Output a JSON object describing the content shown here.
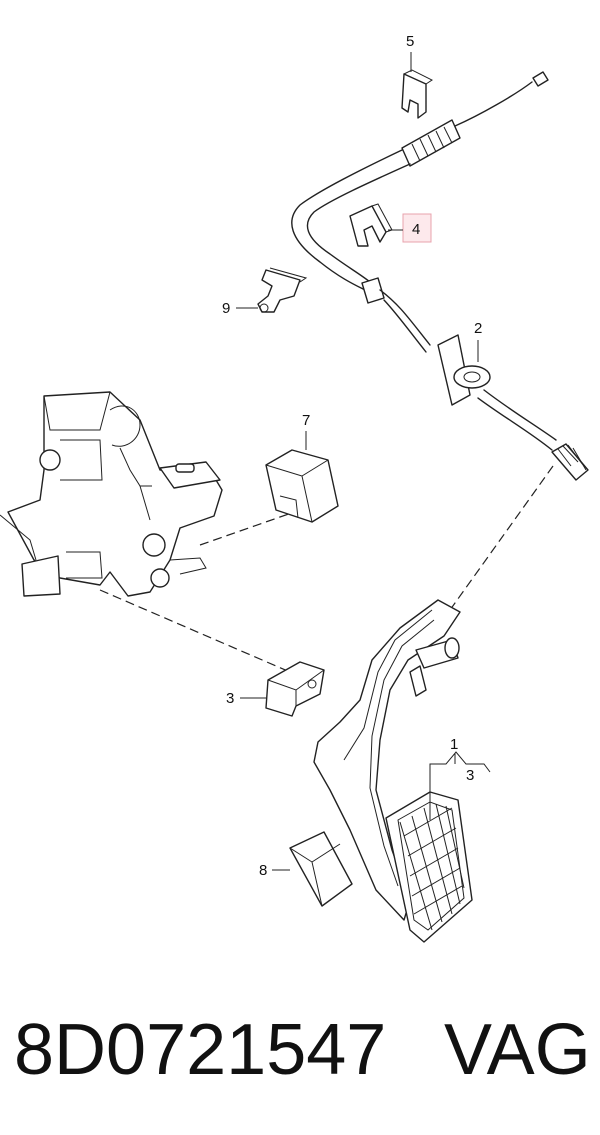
{
  "callouts": {
    "c1": "1",
    "c2": "2",
    "c3a": "3",
    "c3b": "3",
    "c4": "4",
    "c5": "5",
    "c7": "7",
    "c8": "8",
    "c9": "9"
  },
  "caption": {
    "part_number": "8D0721547",
    "brand": "VAG"
  },
  "colors": {
    "line": "#222222",
    "highlight_fill": "#fde9ec",
    "highlight_border": "#e8a3ad"
  }
}
